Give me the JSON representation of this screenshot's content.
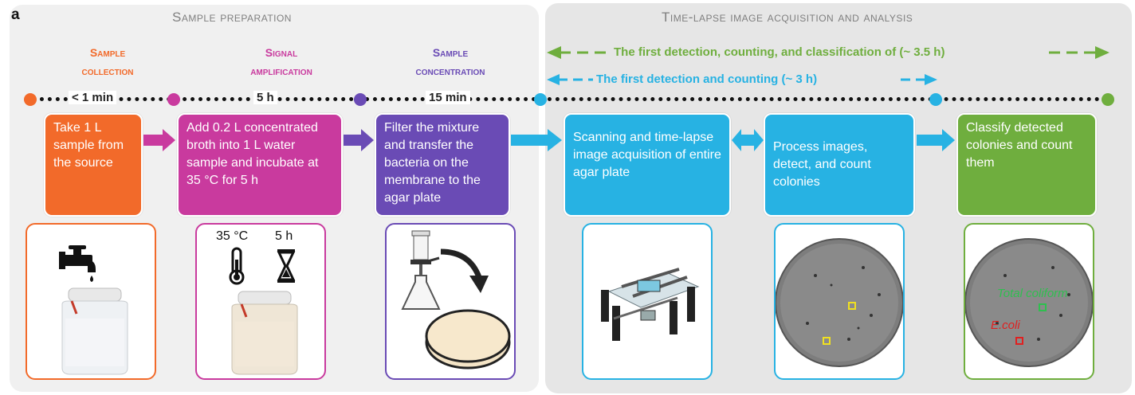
{
  "panel_letter": "a",
  "sections": {
    "prep_title": "Sample preparation",
    "acq_title": "Time-lapse image acquisition and analysis"
  },
  "stages": {
    "collection": {
      "line1": "Sample",
      "line2": "collection",
      "color": "#f26a2a"
    },
    "amplification": {
      "line1": "Signal",
      "line2": "amplification",
      "color": "#c93a9e"
    },
    "concentration": {
      "line1": "Sample",
      "line2": "concentration",
      "color": "#6a4bb5"
    }
  },
  "timeline": {
    "t1": "< 1 min",
    "t2": "5 h",
    "t3": "15 min",
    "green_label": "The first detection, counting, and classification of (~ 3.5 h)",
    "blue_label": "The first detection and counting (~ 3 h)",
    "green_color": "#6fae3e",
    "blue_color": "#27b2e3"
  },
  "steps": {
    "s1": "Take 1 L sample from the source",
    "s2": "Add 0.2 L concentrated broth into 1 L water sample and incubate at 35 °C for 5 h",
    "s3": "Filter the mixture and transfer the bacteria on the membrane to the agar plate",
    "s4": "Scanning and time-lapse image acquisition of entire agar plate",
    "s5": "Process images, detect, and count colonies",
    "s6": "Classify detected colonies and count them"
  },
  "cards": {
    "temp": "35 °C",
    "time": "5 h",
    "total_coliform": "Total coliform",
    "ecoli": "E.coli"
  },
  "colors": {
    "orange": "#f26a2a",
    "magenta": "#c93a9e",
    "purple": "#6a4bb5",
    "blue": "#27b2e3",
    "green": "#6fae3e"
  }
}
